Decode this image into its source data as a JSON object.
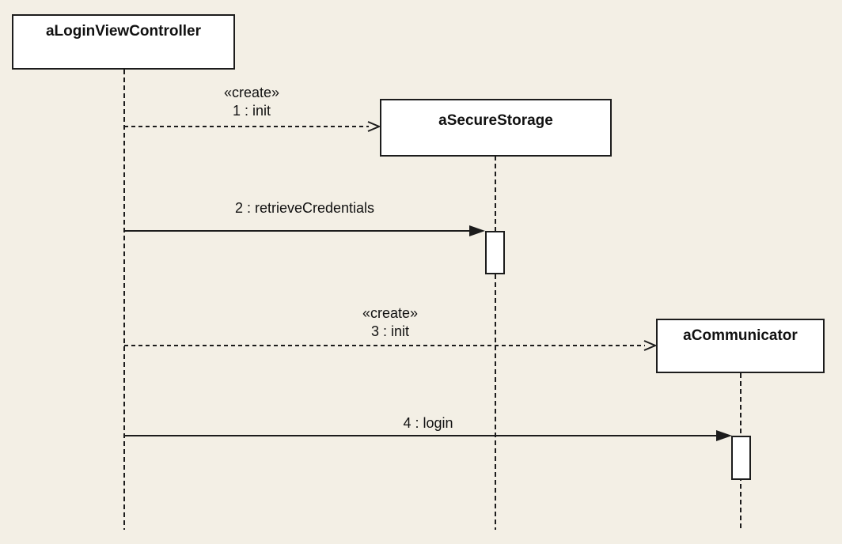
{
  "diagram": {
    "type": "uml-sequence",
    "colors": {
      "background": "#f3efe5",
      "line": "#1c1c1c",
      "box_fill": "#ffffff"
    },
    "objects": [
      {
        "label": "aLoginViewController"
      },
      {
        "label": "aSecureStorage"
      },
      {
        "label": "aCommunicator"
      }
    ],
    "messages": [
      {
        "stereotype": "«create»",
        "label": "1 : init",
        "from": "aLoginViewController",
        "to": "aSecureStorage",
        "line": "dashed",
        "arrowhead": "open"
      },
      {
        "label": "2 : retrieveCredentials",
        "from": "aLoginViewController",
        "to": "aSecureStorage",
        "line": "solid",
        "arrowhead": "filled"
      },
      {
        "stereotype": "«create»",
        "label": "3 : init",
        "from": "aLoginViewController",
        "to": "aCommunicator",
        "line": "dashed",
        "arrowhead": "open"
      },
      {
        "label": "4 : login",
        "from": "aLoginViewController",
        "to": "aCommunicator",
        "line": "solid",
        "arrowhead": "filled"
      }
    ],
    "activations": [
      {
        "on": "aSecureStorage"
      },
      {
        "on": "aCommunicator"
      }
    ]
  }
}
